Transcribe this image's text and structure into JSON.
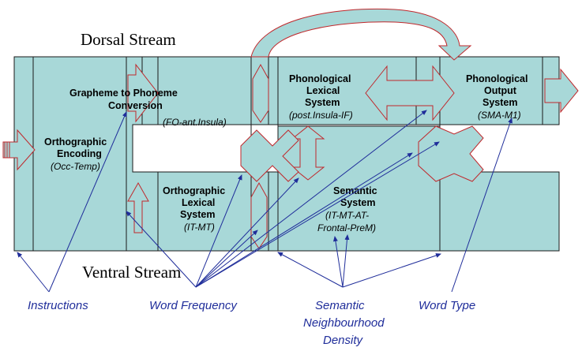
{
  "colors": {
    "box_fill": "#a8d8d8",
    "box_stroke": "#1a1a1a",
    "arrow_fill": "#a8d8d8",
    "arrow_stroke": "#c0282c",
    "factor_text": "#1f2d9a",
    "factor_lines": "#1f2d9a"
  },
  "streams": {
    "dorsal": "Dorsal Stream",
    "ventral": "Ventral Stream"
  },
  "boxes": {
    "orthographic_encoding": {
      "title_1": "Orthographic",
      "title_2": "Encoding",
      "region": "(Occ-Temp)"
    },
    "grapheme_phoneme": {
      "title_1": "Grapheme to Phoneme",
      "title_2": "Conversion",
      "region": "(FO-ant.Insula)"
    },
    "phonological_lexical": {
      "title_1": "Phonological",
      "title_2": "Lexical",
      "title_3": "System",
      "region": "(post.Insula-IF)"
    },
    "phonological_output": {
      "title_1": "Phonological",
      "title_2": "Output",
      "title_3": "System",
      "region": "(SMA-M1)"
    },
    "orthographic_lexical": {
      "title_1": "Orthographic",
      "title_2": "Lexical",
      "title_3": "System",
      "region": "(IT-MT)"
    },
    "semantic_system": {
      "title_1": "Semantic",
      "title_2": "System",
      "region_1": "(IT-MT-AT-",
      "region_2": "Frontal-PreM)"
    }
  },
  "factors": {
    "instructions": "Instructions",
    "word_frequency": "Word Frequency",
    "semantic_neighbourhood_1": "Semantic",
    "semantic_neighbourhood_2": "Neighbourhood",
    "semantic_neighbourhood_3": "Density",
    "word_type": "Word Type"
  }
}
